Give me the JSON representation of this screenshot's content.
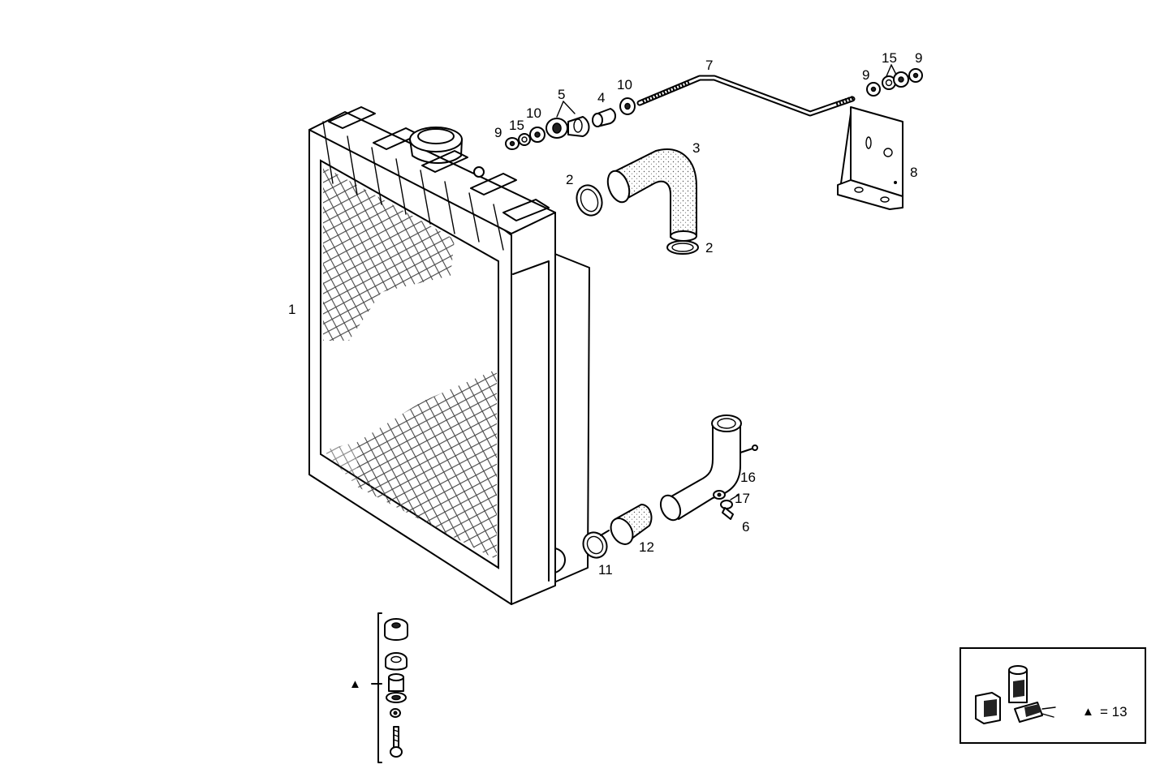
{
  "colors": {
    "ink": "#000000",
    "paper": "#ffffff",
    "mesh": "#3a3a3a"
  },
  "callouts": {
    "radiator": "1",
    "clip_upper_a": "2",
    "clip_upper_b": "2",
    "upper_hose": "3",
    "spacer": "4",
    "grommet": "5",
    "stay_rod": "7",
    "bracket": "8",
    "nut_left": "9",
    "lockwasher_left": "15",
    "washer_left": "10",
    "washer_mid": "10",
    "nut_right_a": "9",
    "lockwasher_right": "15",
    "nut_right_b": "9",
    "pipe": "16",
    "washer_17": "17",
    "bolt_6": "6",
    "clamp_11": "11",
    "lower_hose": "12"
  },
  "mount_kit": {
    "marker": "▲"
  },
  "inset": {
    "legend_marker": "▲",
    "legend_text": "= 13"
  }
}
